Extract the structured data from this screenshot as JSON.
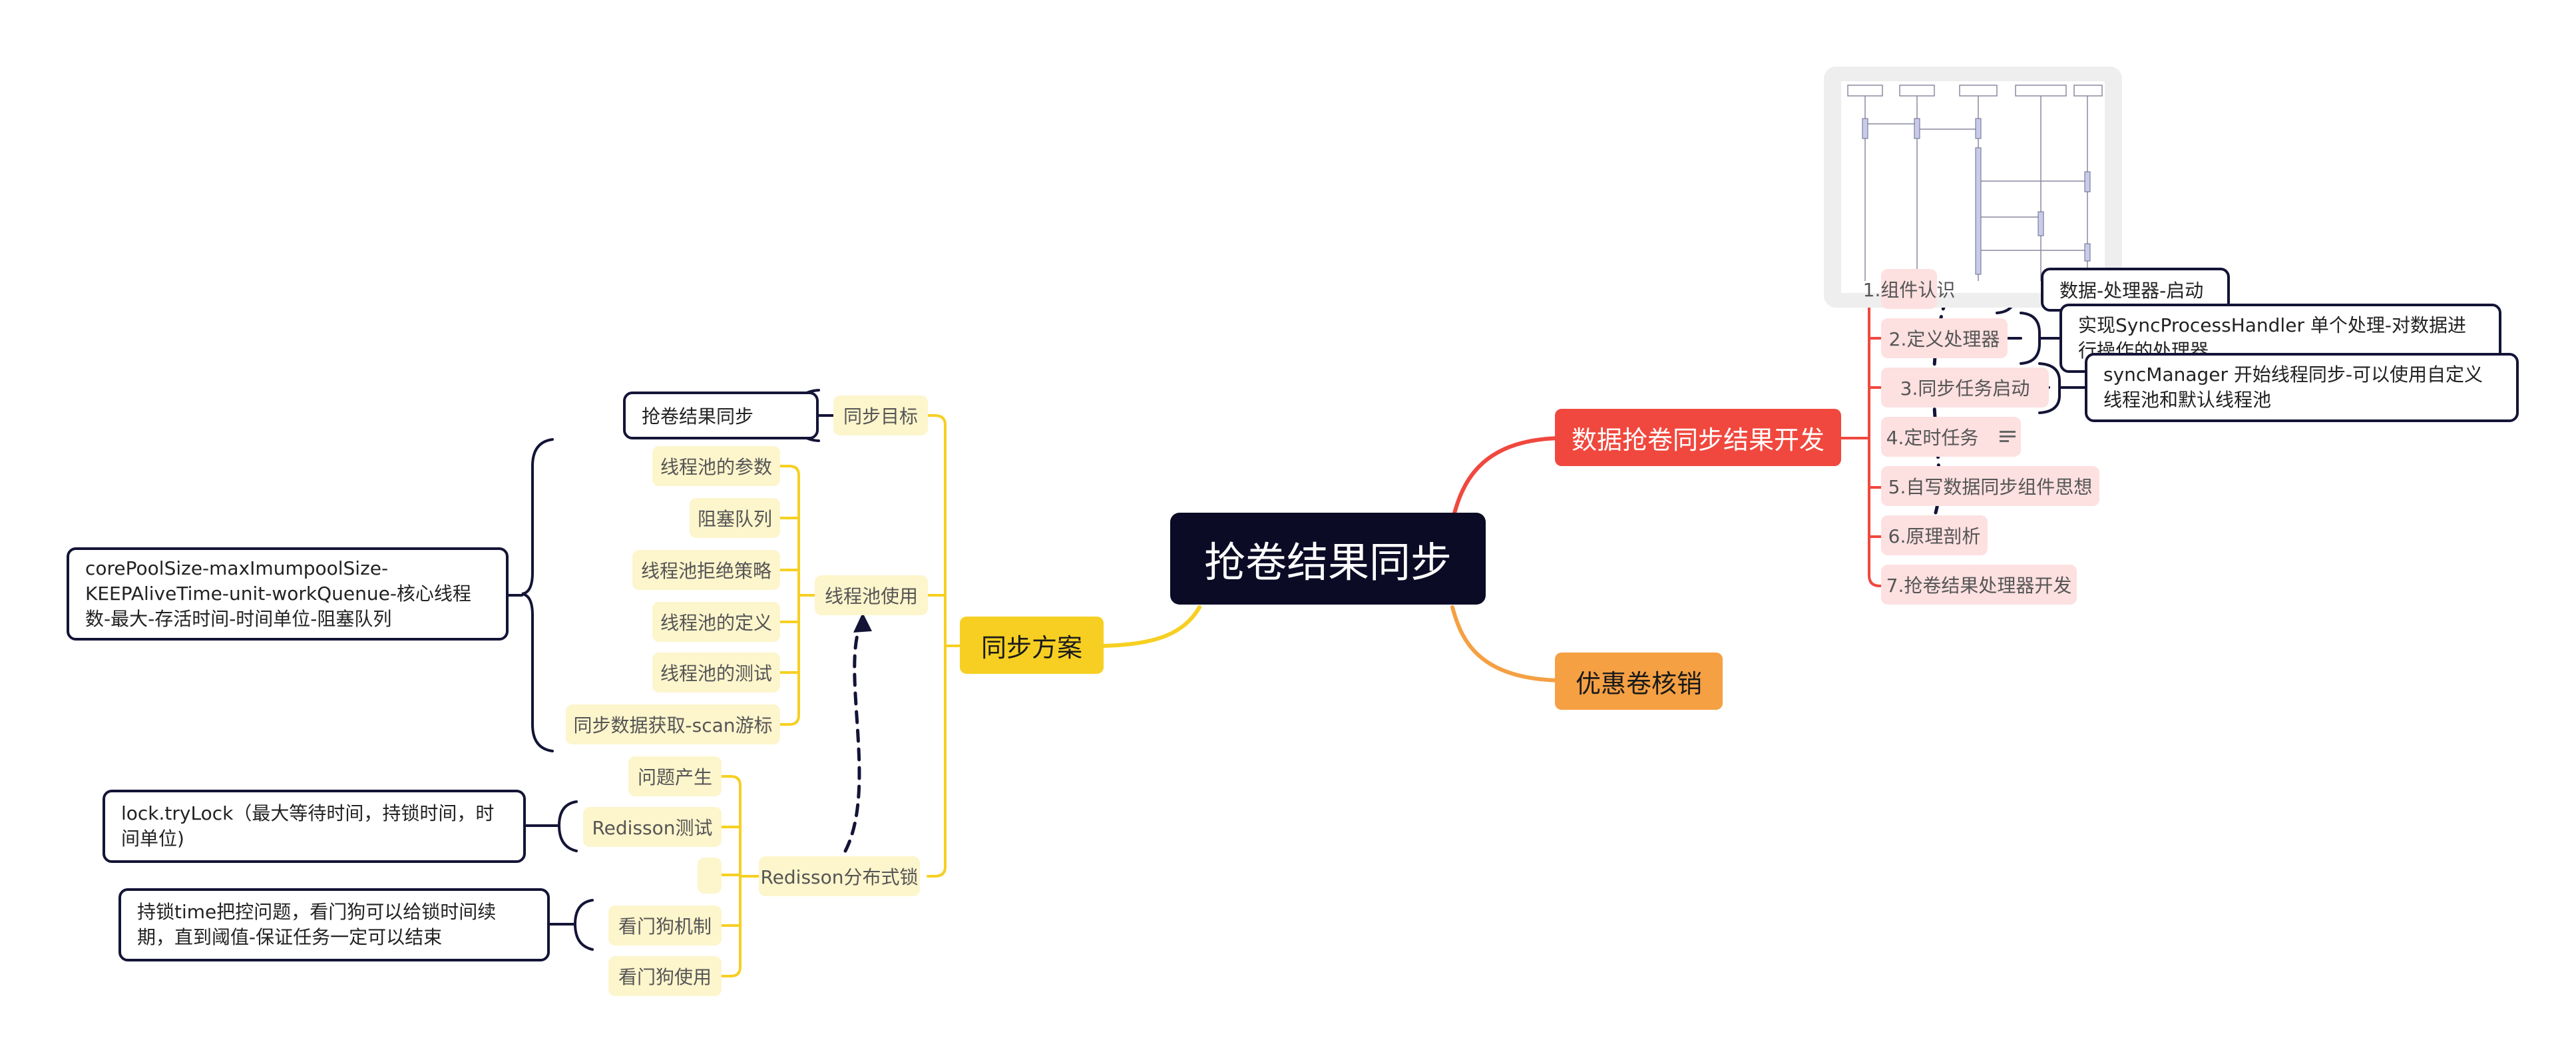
{
  "root": "抢卷结果同步",
  "branches": {
    "dev": {
      "label": "数据抢卷同步结果开发",
      "items": [
        "1.组件认识",
        "2.定义处理器",
        "3.同步任务启动",
        "4.定时任务",
        "5.自写数据同步组件思想",
        "6.原理剖析",
        "7.抢卷结果处理器开发"
      ],
      "notes": [
        "数据-处理器-启动",
        "实现SyncProcessHandler 单个处理-对数据进行操作的处理器",
        "syncManager 开始线程同步-可以使用自定义线程池和默认线程池"
      ]
    },
    "plan": {
      "label": "同步方案",
      "goal": {
        "label": "同步目标",
        "note": "抢卷结果同步"
      },
      "pool": {
        "label": "线程池使用",
        "items": [
          "线程池的参数",
          "阻塞队列",
          "线程池拒绝策略",
          "线程池的定义",
          "线程池的测试",
          "同步数据获取-scan游标"
        ],
        "note": "corePoolSize-maxImumpoolSize-KEEPAliveTime-unit-workQuenue-核心线程数-最大-存活时间-时间单位-阻塞队列"
      },
      "lock": {
        "label": "Redisson分布式锁",
        "items": [
          "问题产生",
          "Redisson测试",
          "",
          "看门狗机制",
          "看门狗使用"
        ],
        "notes": [
          "lock.tryLock（最大等待时间，持锁时间，时间单位)",
          "持锁time把控问题，看门狗可以给锁时间续期，直到阈值-保证任务一定可以结束"
        ]
      }
    },
    "coupon": {
      "label": "优惠卷核销"
    }
  },
  "colors": {
    "root": "#0b0b26",
    "red": "#f0483e",
    "yellow": "#f6cf22",
    "orange": "#f5a043",
    "outline": "#141437"
  },
  "icons": [
    "note-icon",
    "sequence-diagram-image"
  ]
}
